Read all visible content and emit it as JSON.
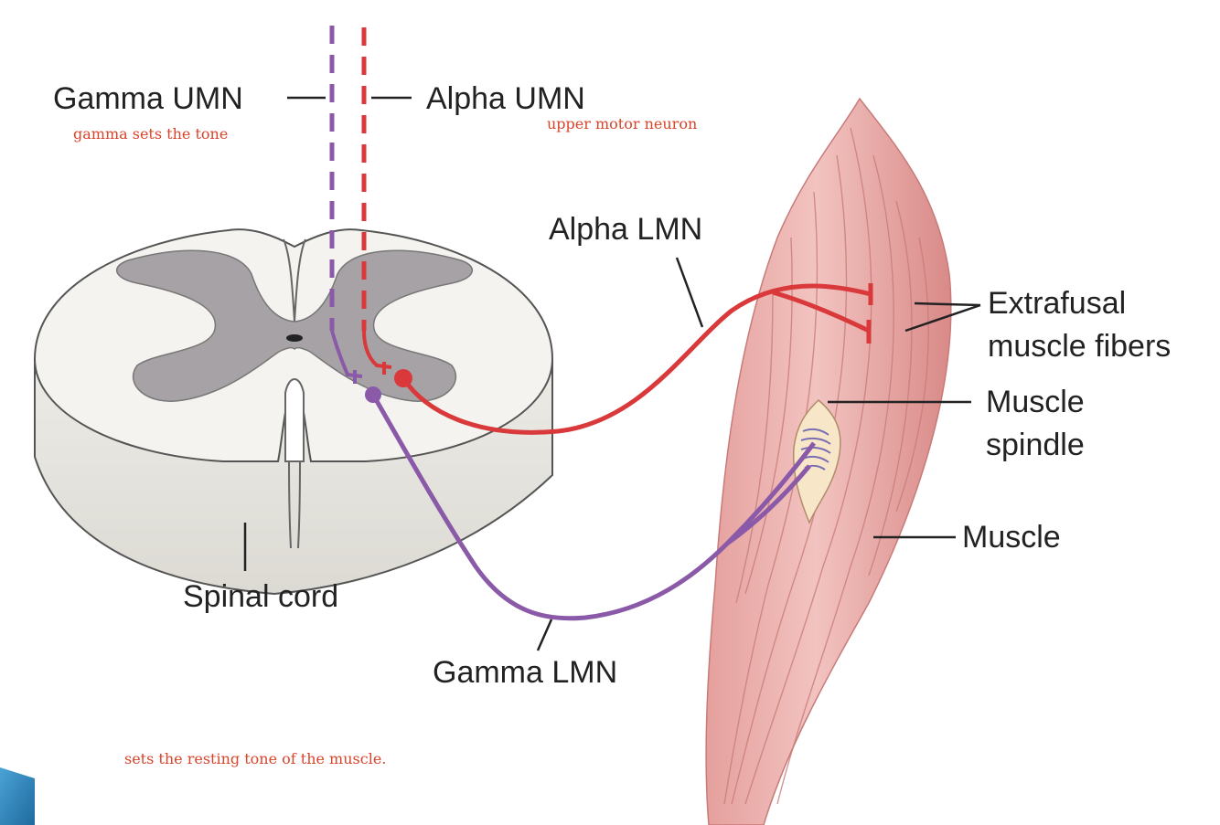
{
  "labels": {
    "gamma_umn": "Gamma UMN",
    "alpha_umn": "Alpha UMN",
    "alpha_lmn": "Alpha LMN",
    "gamma_lmn": "Gamma LMN",
    "extrafusal_1": "Extrafusal",
    "extrafusal_2": "muscle fibers",
    "spindle_1": "Muscle",
    "spindle_2": "spindle",
    "muscle": "Muscle",
    "spinal_cord": "Spinal cord"
  },
  "notes": {
    "gamma_tone": "gamma sets the tone",
    "umn_def": "upper motor neuron",
    "resting_tone": "sets the resting tone of the muscle."
  },
  "colors": {
    "alpha_neuron": "#d9393a",
    "gamma_neuron": "#8a5aa8",
    "note_text": "#d9442b",
    "grey_matter": "#a7a2a5",
    "white_matter": "#f4f3ef",
    "muscle": "#eab0ad",
    "slide_accent": "#3b8ec4"
  }
}
